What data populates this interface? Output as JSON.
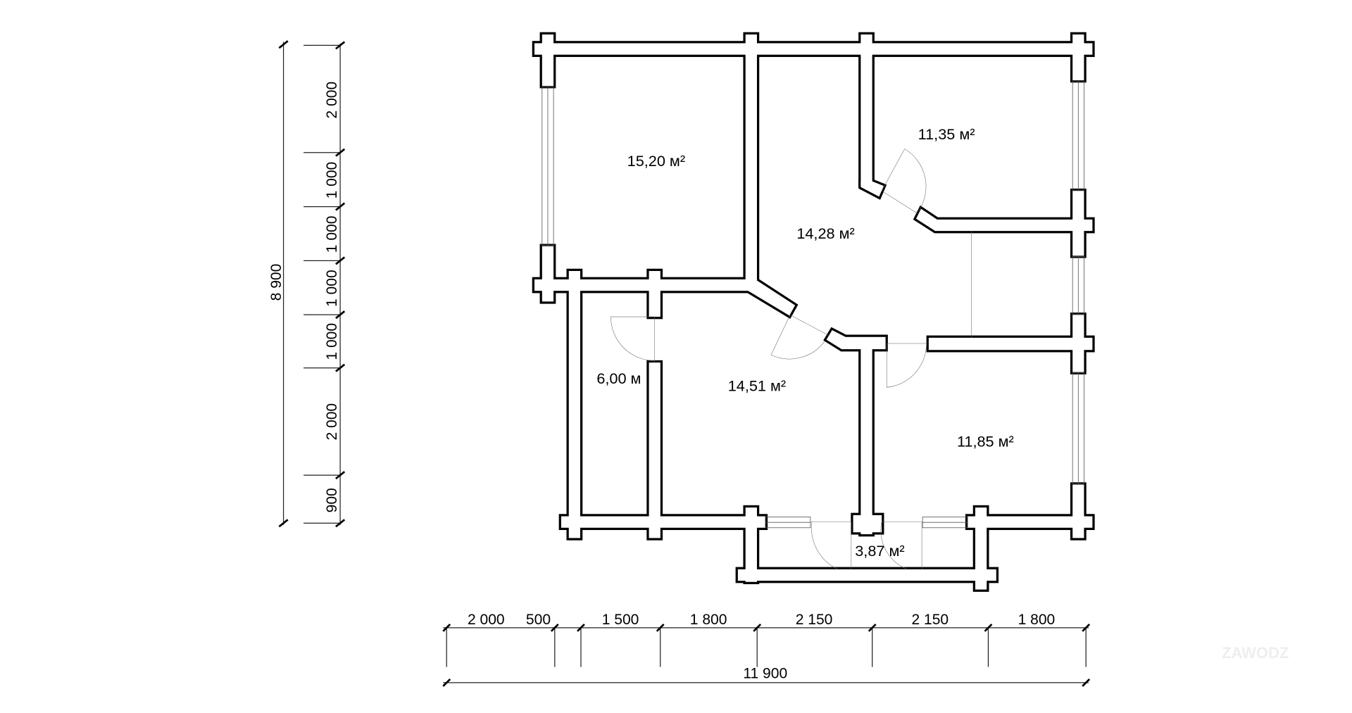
{
  "plan": {
    "rooms": [
      {
        "id": "room-1",
        "label": "15,20 м²"
      },
      {
        "id": "room-2",
        "label": "14,28 м²"
      },
      {
        "id": "room-3",
        "label": "11,35 м²"
      },
      {
        "id": "room-4",
        "label": "6,00 м"
      },
      {
        "id": "room-5",
        "label": "14,51 м²"
      },
      {
        "id": "room-6",
        "label": "11,85 м²"
      },
      {
        "id": "room-7",
        "label": "3,87 м²"
      }
    ]
  },
  "dimensions": {
    "vertical_total": "8 900",
    "vertical": [
      "2 000",
      "1 000",
      "1 000",
      "1 000",
      "1 000",
      "2 000",
      "900"
    ],
    "horizontal": [
      "2 000",
      "500",
      "1 500",
      "1 800",
      "2 150",
      "2 150",
      "1 800"
    ],
    "horizontal_total": "11 900"
  },
  "watermark": "ZAWODZ"
}
